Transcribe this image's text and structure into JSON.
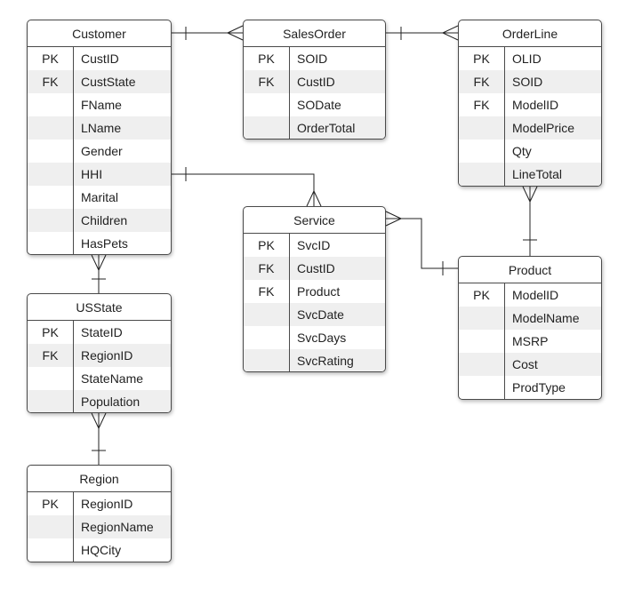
{
  "entities": {
    "customer": {
      "name": "Customer",
      "rows": [
        {
          "key": "PK",
          "field": "CustID"
        },
        {
          "key": "FK",
          "field": "CustState"
        },
        {
          "key": "",
          "field": "FName"
        },
        {
          "key": "",
          "field": "LName"
        },
        {
          "key": "",
          "field": "Gender"
        },
        {
          "key": "",
          "field": "HHI"
        },
        {
          "key": "",
          "field": "Marital"
        },
        {
          "key": "",
          "field": "Children"
        },
        {
          "key": "",
          "field": "HasPets"
        }
      ]
    },
    "salesorder": {
      "name": "SalesOrder",
      "rows": [
        {
          "key": "PK",
          "field": "SOID"
        },
        {
          "key": "FK",
          "field": "CustID"
        },
        {
          "key": "",
          "field": "SODate"
        },
        {
          "key": "",
          "field": "OrderTotal"
        }
      ]
    },
    "orderline": {
      "name": "OrderLine",
      "rows": [
        {
          "key": "PK",
          "field": "OLID"
        },
        {
          "key": "FK",
          "field": "SOID"
        },
        {
          "key": "FK",
          "field": "ModelID"
        },
        {
          "key": "",
          "field": "ModelPrice"
        },
        {
          "key": "",
          "field": "Qty"
        },
        {
          "key": "",
          "field": "LineTotal"
        }
      ]
    },
    "service": {
      "name": "Service",
      "rows": [
        {
          "key": "PK",
          "field": "SvcID"
        },
        {
          "key": "FK",
          "field": "CustID"
        },
        {
          "key": "FK",
          "field": "Product"
        },
        {
          "key": "",
          "field": "SvcDate"
        },
        {
          "key": "",
          "field": "SvcDays"
        },
        {
          "key": "",
          "field": "SvcRating"
        }
      ]
    },
    "product": {
      "name": "Product",
      "rows": [
        {
          "key": "PK",
          "field": "ModelID"
        },
        {
          "key": "",
          "field": "ModelName"
        },
        {
          "key": "",
          "field": "MSRP"
        },
        {
          "key": "",
          "field": "Cost"
        },
        {
          "key": "",
          "field": "ProdType"
        }
      ]
    },
    "usstate": {
      "name": "USState",
      "rows": [
        {
          "key": "PK",
          "field": "StateID"
        },
        {
          "key": "FK",
          "field": "RegionID"
        },
        {
          "key": "",
          "field": "StateName"
        },
        {
          "key": "",
          "field": "Population"
        }
      ]
    },
    "region": {
      "name": "Region",
      "rows": [
        {
          "key": "PK",
          "field": "RegionID"
        },
        {
          "key": "",
          "field": "RegionName"
        },
        {
          "key": "",
          "field": "HQCity"
        }
      ]
    }
  },
  "relationships": [
    {
      "from": "customer",
      "to": "salesorder",
      "from_end": "one",
      "to_end": "many"
    },
    {
      "from": "salesorder",
      "to": "orderline",
      "from_end": "one",
      "to_end": "many"
    },
    {
      "from": "customer",
      "to": "service",
      "from_end": "one",
      "to_end": "many"
    },
    {
      "from": "product",
      "to": "service",
      "from_end": "one",
      "to_end": "many"
    },
    {
      "from": "product",
      "to": "orderline",
      "from_end": "one",
      "to_end": "many"
    },
    {
      "from": "usstate",
      "to": "customer",
      "from_end": "one",
      "to_end": "many"
    },
    {
      "from": "region",
      "to": "usstate",
      "from_end": "one",
      "to_end": "many"
    }
  ],
  "colors": {
    "border": "#4a4a4a",
    "row_alt": "#efefef",
    "line": "#222222"
  }
}
